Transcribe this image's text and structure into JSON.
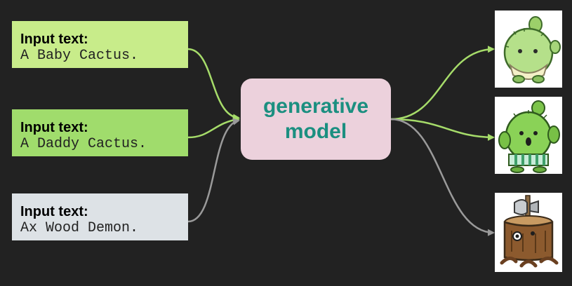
{
  "inputs": [
    {
      "label": "Input text:",
      "text": "A Baby Cactus."
    },
    {
      "label": "Input text:",
      "text": "A Daddy Cactus."
    },
    {
      "label": "Input text:",
      "text": "Ax Wood Demon."
    }
  ],
  "model": {
    "line1": "generative",
    "line2": "model"
  },
  "outputs": [
    {
      "icon": "baby-cactus-sprite"
    },
    {
      "icon": "daddy-cactus-sprite"
    },
    {
      "icon": "wood-demon-sprite"
    }
  ],
  "colors": {
    "background": "#222222",
    "box1": "#c8ec8a",
    "box2": "#a0dc6c",
    "box3": "#dde2e6",
    "model_fill": "#ecd1dc",
    "model_text": "#1b8f80",
    "arrow_green": "#a6dc6a",
    "arrow_gray": "#9a9a9a"
  }
}
